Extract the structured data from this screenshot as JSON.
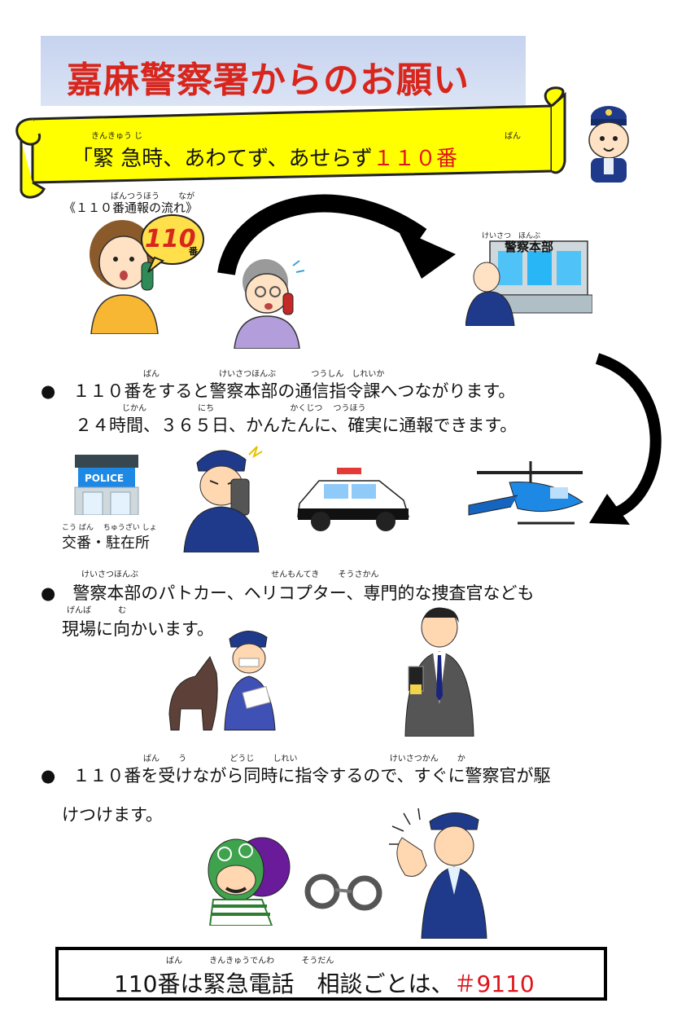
{
  "title": "嘉麻警察署からのお願い",
  "banner": {
    "ruby_kinkyuuji": "きんきゅう じ",
    "ruby_ban": "ばん",
    "text_prefix": "「緊 急時、あわてず、あせらず",
    "text_red": "１１０番"
  },
  "flow": {
    "ruby": "ばんつうほう　　 なが",
    "title": "《１１０番通報の流れ》",
    "badge_number": "110",
    "badge_suffix": "番",
    "hq_ruby": "けいさつ　ほんぶ",
    "hq_sign": "警察本部"
  },
  "bullet1": {
    "ruby_line1": "ばん　　　　　　　 けいさつほんぶ　　　　 つうしん　しれいか",
    "line1": "●　１１０番をすると警察本部の通信指令課へつながります。",
    "ruby_line2": "じかん　　　　　　 にち　　　　　　　　　 かくじつ　 つうほう",
    "line2": "２４時間、３６５日、かんたんに、確実に通報できます。"
  },
  "police_box": {
    "sign": "POLICE",
    "ruby": "こう ばん　 ちゅうざい しょ",
    "label": "交番・駐在所"
  },
  "bullet2": {
    "ruby_line1": "けいさつほんぶ　　　　　　　　　　　　　　　　 せんもんてき　　 そうさかん",
    "line1": "●　警察本部のパトカー、ヘリコプター、専門的な捜査官なども",
    "ruby_line2": "げんば　　　 む",
    "line2": "現場に向かいます。"
  },
  "bullet3": {
    "ruby_line1": "ばん　　 う　　　　　 どうじ　　 しれい　　　　　　　　　　　 けいさつかん　　 か",
    "line1": "●　１１０番を受けながら同時に指令するので、すぐに警察官が駆",
    "line2": "けつけます。"
  },
  "footer": {
    "ruby": "ばん　　　 きんきゅうでんわ　　　 そうだん",
    "text_prefix": "110番は緊急電話　相談ごとは、",
    "text_red": "＃9110"
  },
  "colors": {
    "title_red": "#d8261c",
    "banner_yellow": "#ffff00",
    "accent_red": "#e0141b",
    "title_box": "#c6d3ef"
  }
}
